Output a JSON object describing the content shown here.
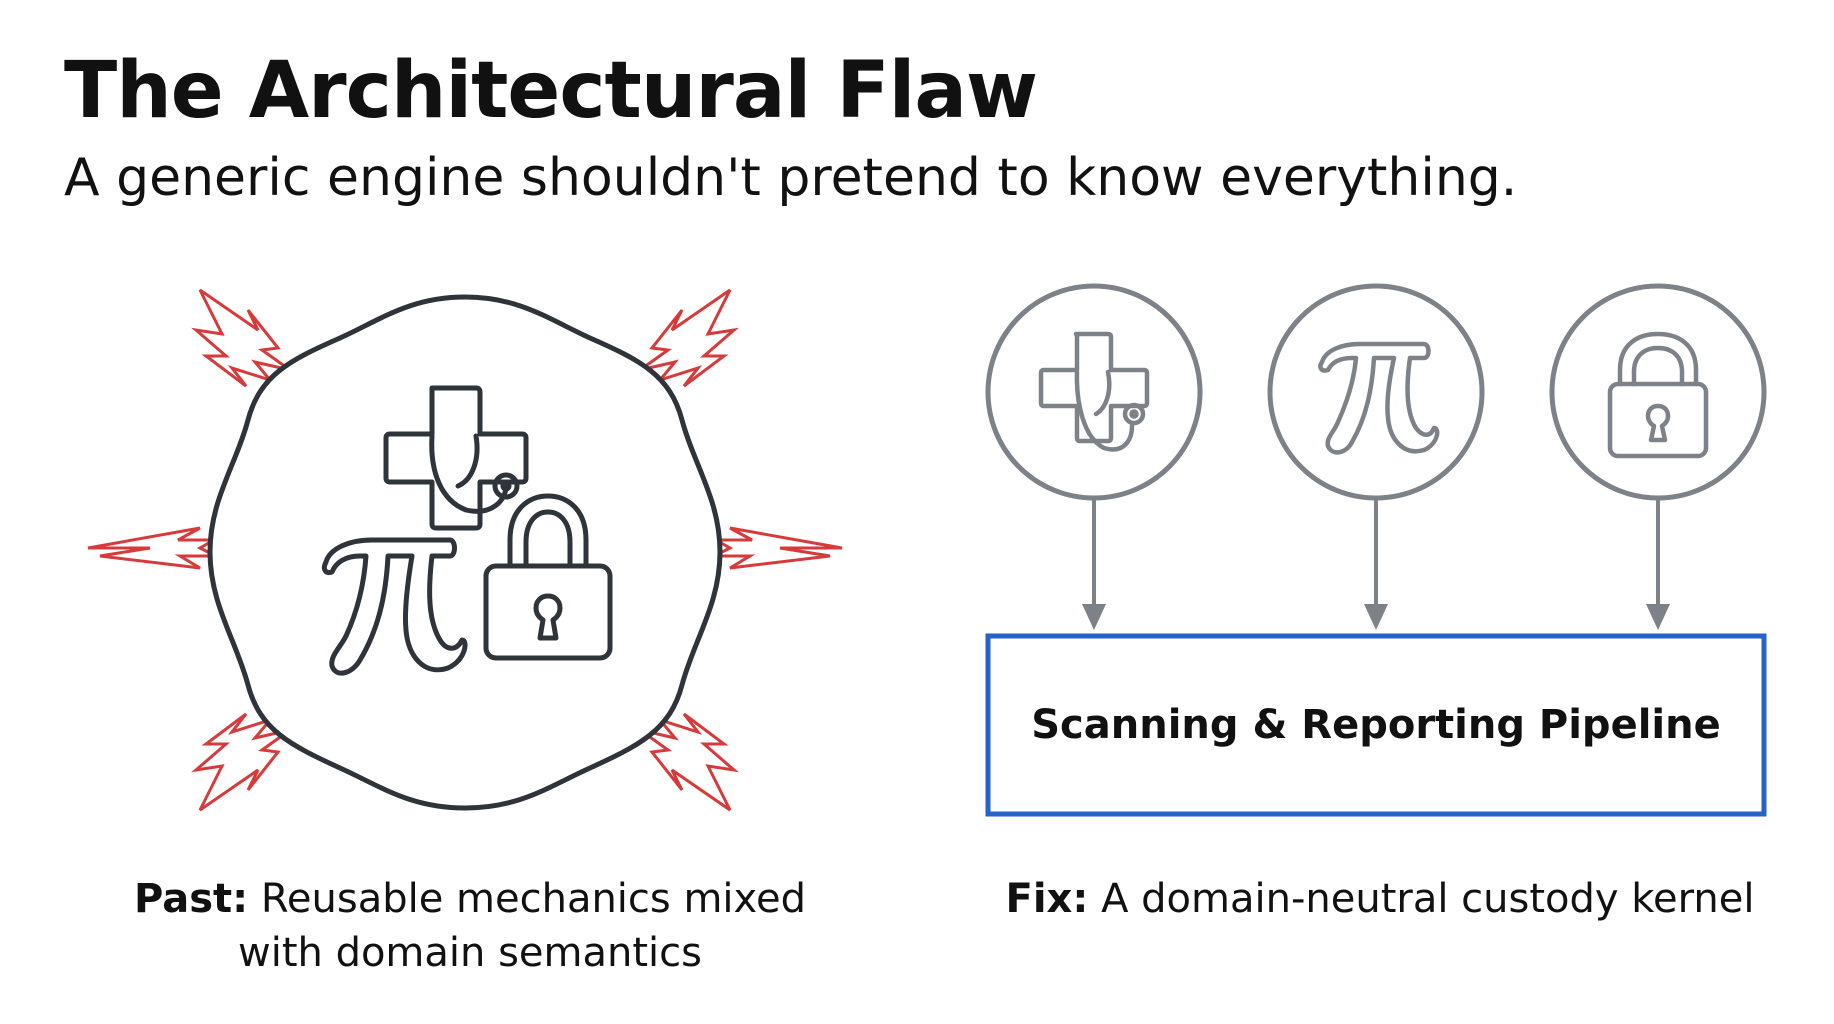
{
  "title": "The Architectural Flaw",
  "subtitle": "A generic engine shouldn't pretend to know everything.",
  "left_panel": {
    "caption_prefix": "Past:",
    "caption_text": "Reusable mechanics mixed with domain semantics"
  },
  "right_panel": {
    "pipeline_label": "Scanning & Reporting Pipeline",
    "caption_prefix": "Fix:",
    "caption_text": "A domain-neutral custody kernel",
    "modules": [
      {
        "icon": "medical-cross-stethoscope-icon"
      },
      {
        "icon": "pi-icon"
      },
      {
        "icon": "padlock-icon"
      }
    ]
  },
  "colors": {
    "text": "#111111",
    "blob_outline": "#2f343a",
    "burst": "#d63a3a",
    "module_gray": "#7d8288",
    "pipeline_blue": "#2563c8"
  }
}
